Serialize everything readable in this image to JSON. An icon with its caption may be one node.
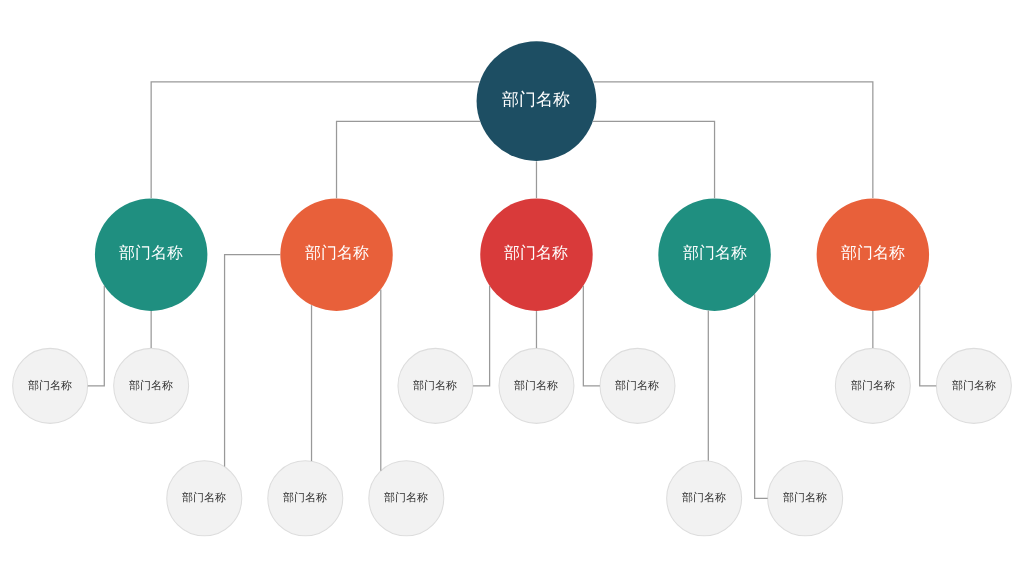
{
  "diagram": {
    "nodes": [
      {
        "text": [
          "部门名称"
        ]
      },
      {
        "text": [
          "部门名称"
        ]
      },
      {
        "text": [
          "部门名称"
        ]
      },
      {
        "text": [
          "部门名称"
        ]
      },
      {
        "text": [
          "部门名称"
        ]
      },
      {
        "text": [
          "部门名称"
        ]
      },
      {
        "text": [
          "部门名称"
        ]
      },
      {
        "text": [
          "部门名称"
        ]
      },
      {
        "text": [
          "部门名称"
        ]
      },
      {
        "text": [
          "部门名称"
        ]
      },
      {
        "text": [
          "部门名称"
        ]
      },
      {
        "text": [
          "部门名称"
        ]
      },
      {
        "text": [
          "部门名称"
        ]
      },
      {
        "text": [
          "部门名称"
        ]
      },
      {
        "text": [
          "部门名称"
        ]
      },
      {
        "text": [
          "部门名称"
        ]
      },
      {
        "text": [
          "部门名称"
        ]
      },
      {
        "text": [
          "部门名称"
        ]
      }
    ],
    "edges": [
      {
        "from": 0,
        "to": 1,
        "arrow": "none"
      },
      {
        "from": 0,
        "to": 2,
        "arrow": "none"
      },
      {
        "from": 0,
        "to": 3,
        "arrow": "none"
      },
      {
        "from": 0,
        "to": 4,
        "arrow": "none"
      },
      {
        "from": 0,
        "to": 5,
        "arrow": "none"
      },
      {
        "from": 1,
        "to": 6,
        "arrow": "none"
      },
      {
        "from": 1,
        "to": 7,
        "arrow": "none"
      },
      {
        "from": 3,
        "to": 8,
        "arrow": "none"
      },
      {
        "from": 3,
        "to": 9,
        "arrow": "none"
      },
      {
        "from": 3,
        "to": 10,
        "arrow": "none"
      },
      {
        "from": 5,
        "to": 11,
        "arrow": "none"
      },
      {
        "from": 5,
        "to": 12,
        "arrow": "none"
      },
      {
        "from": 2,
        "to": 13,
        "arrow": "none"
      },
      {
        "from": 2,
        "to": 14,
        "arrow": "none"
      },
      {
        "from": 2,
        "to": 15,
        "arrow": "none"
      },
      {
        "from": 4,
        "to": 16,
        "arrow": "none"
      },
      {
        "from": 4,
        "to": 17,
        "arrow": "none"
      }
    ]
  }
}
